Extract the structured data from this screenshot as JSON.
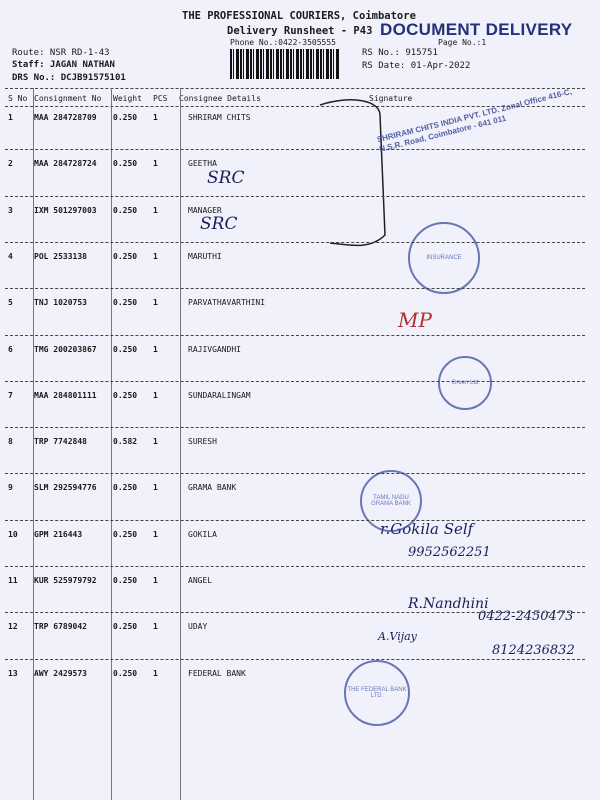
{
  "header": {
    "company": "THE PROFESSIONAL COURIERS, Coimbatore",
    "runsheet": "Delivery Runsheet - P43",
    "stamp_label": "DOCUMENT DELIVERY",
    "phone": "Phone No.:0422-3505555",
    "page_no": "Page No.:1",
    "route": "Route: NSR RD-1-43",
    "staff": "Staff: JAGAN NATHAN",
    "drs_no": "DRS No.: DCJB91575101",
    "rs_no": "RS No.: 915751",
    "rs_date": "RS Date: 01-Apr-2022"
  },
  "columns": [
    "S No",
    "Consignment No",
    "Weight",
    "PCS",
    "Consignee Details",
    "Signature"
  ],
  "rows": [
    {
      "sno": "1",
      "consignment": "MAA 284728709",
      "weight": "0.250",
      "pcs": "1",
      "consignee": "SHRIRAM CHITS"
    },
    {
      "sno": "2",
      "consignment": "MAA 284728724",
      "weight": "0.250",
      "pcs": "1",
      "consignee": "GEETHA"
    },
    {
      "sno": "3",
      "consignment": "IXM 501297003",
      "weight": "0.250",
      "pcs": "1",
      "consignee": "MANAGER"
    },
    {
      "sno": "4",
      "consignment": "POL 2533138",
      "weight": "0.250",
      "pcs": "1",
      "consignee": "MARUTHI"
    },
    {
      "sno": "5",
      "consignment": "TNJ 1020753",
      "weight": "0.250",
      "pcs": "1",
      "consignee": "PARVATHAVARTHINI"
    },
    {
      "sno": "6",
      "consignment": "TMG 200203867",
      "weight": "0.250",
      "pcs": "1",
      "consignee": "RAJIVGANDHI"
    },
    {
      "sno": "7",
      "consignment": "MAA 284801111",
      "weight": "0.250",
      "pcs": "1",
      "consignee": "SUNDARALINGAM"
    },
    {
      "sno": "8",
      "consignment": "TRP 7742848",
      "weight": "0.582",
      "pcs": "1",
      "consignee": "SURESH"
    },
    {
      "sno": "9",
      "consignment": "SLM 292594776",
      "weight": "0.250",
      "pcs": "1",
      "consignee": "GRAMA BANK"
    },
    {
      "sno": "10",
      "consignment": "GPM 216443",
      "weight": "0.250",
      "pcs": "1",
      "consignee": "GOKILA"
    },
    {
      "sno": "11",
      "consignment": "KUR 525979792",
      "weight": "0.250",
      "pcs": "1",
      "consignee": "ANGEL"
    },
    {
      "sno": "12",
      "consignment": "TRP 6789042",
      "weight": "0.250",
      "pcs": "1",
      "consignee": "UDAY"
    },
    {
      "sno": "13",
      "consignment": "AWY 2429573",
      "weight": "0.250",
      "pcs": "1",
      "consignee": "FEDERAL BANK"
    }
  ],
  "handwriting": {
    "src1": "SRC",
    "src2": "SRC",
    "mp": "MP",
    "gokila_sig": "r.Gokila Self",
    "gokila_phone": "9952562251",
    "nandhini": "R.Nandhini",
    "nandhini_phone": "0422-2450473",
    "uday_phone": "8124236832",
    "uday_sig": "A.Vijay"
  },
  "stamps": {
    "shriram": "SHRIRAM CHITS INDIA PVT. LTD. Zonal Office 416-C, N.S.R. Road, Coimbatore - 641 011",
    "insurance": "INSURANCE",
    "green": "Green Ltd",
    "grama": "TAMIL NADU GRAMA BANK",
    "federal": "THE FEDERAL BANK LTD."
  }
}
